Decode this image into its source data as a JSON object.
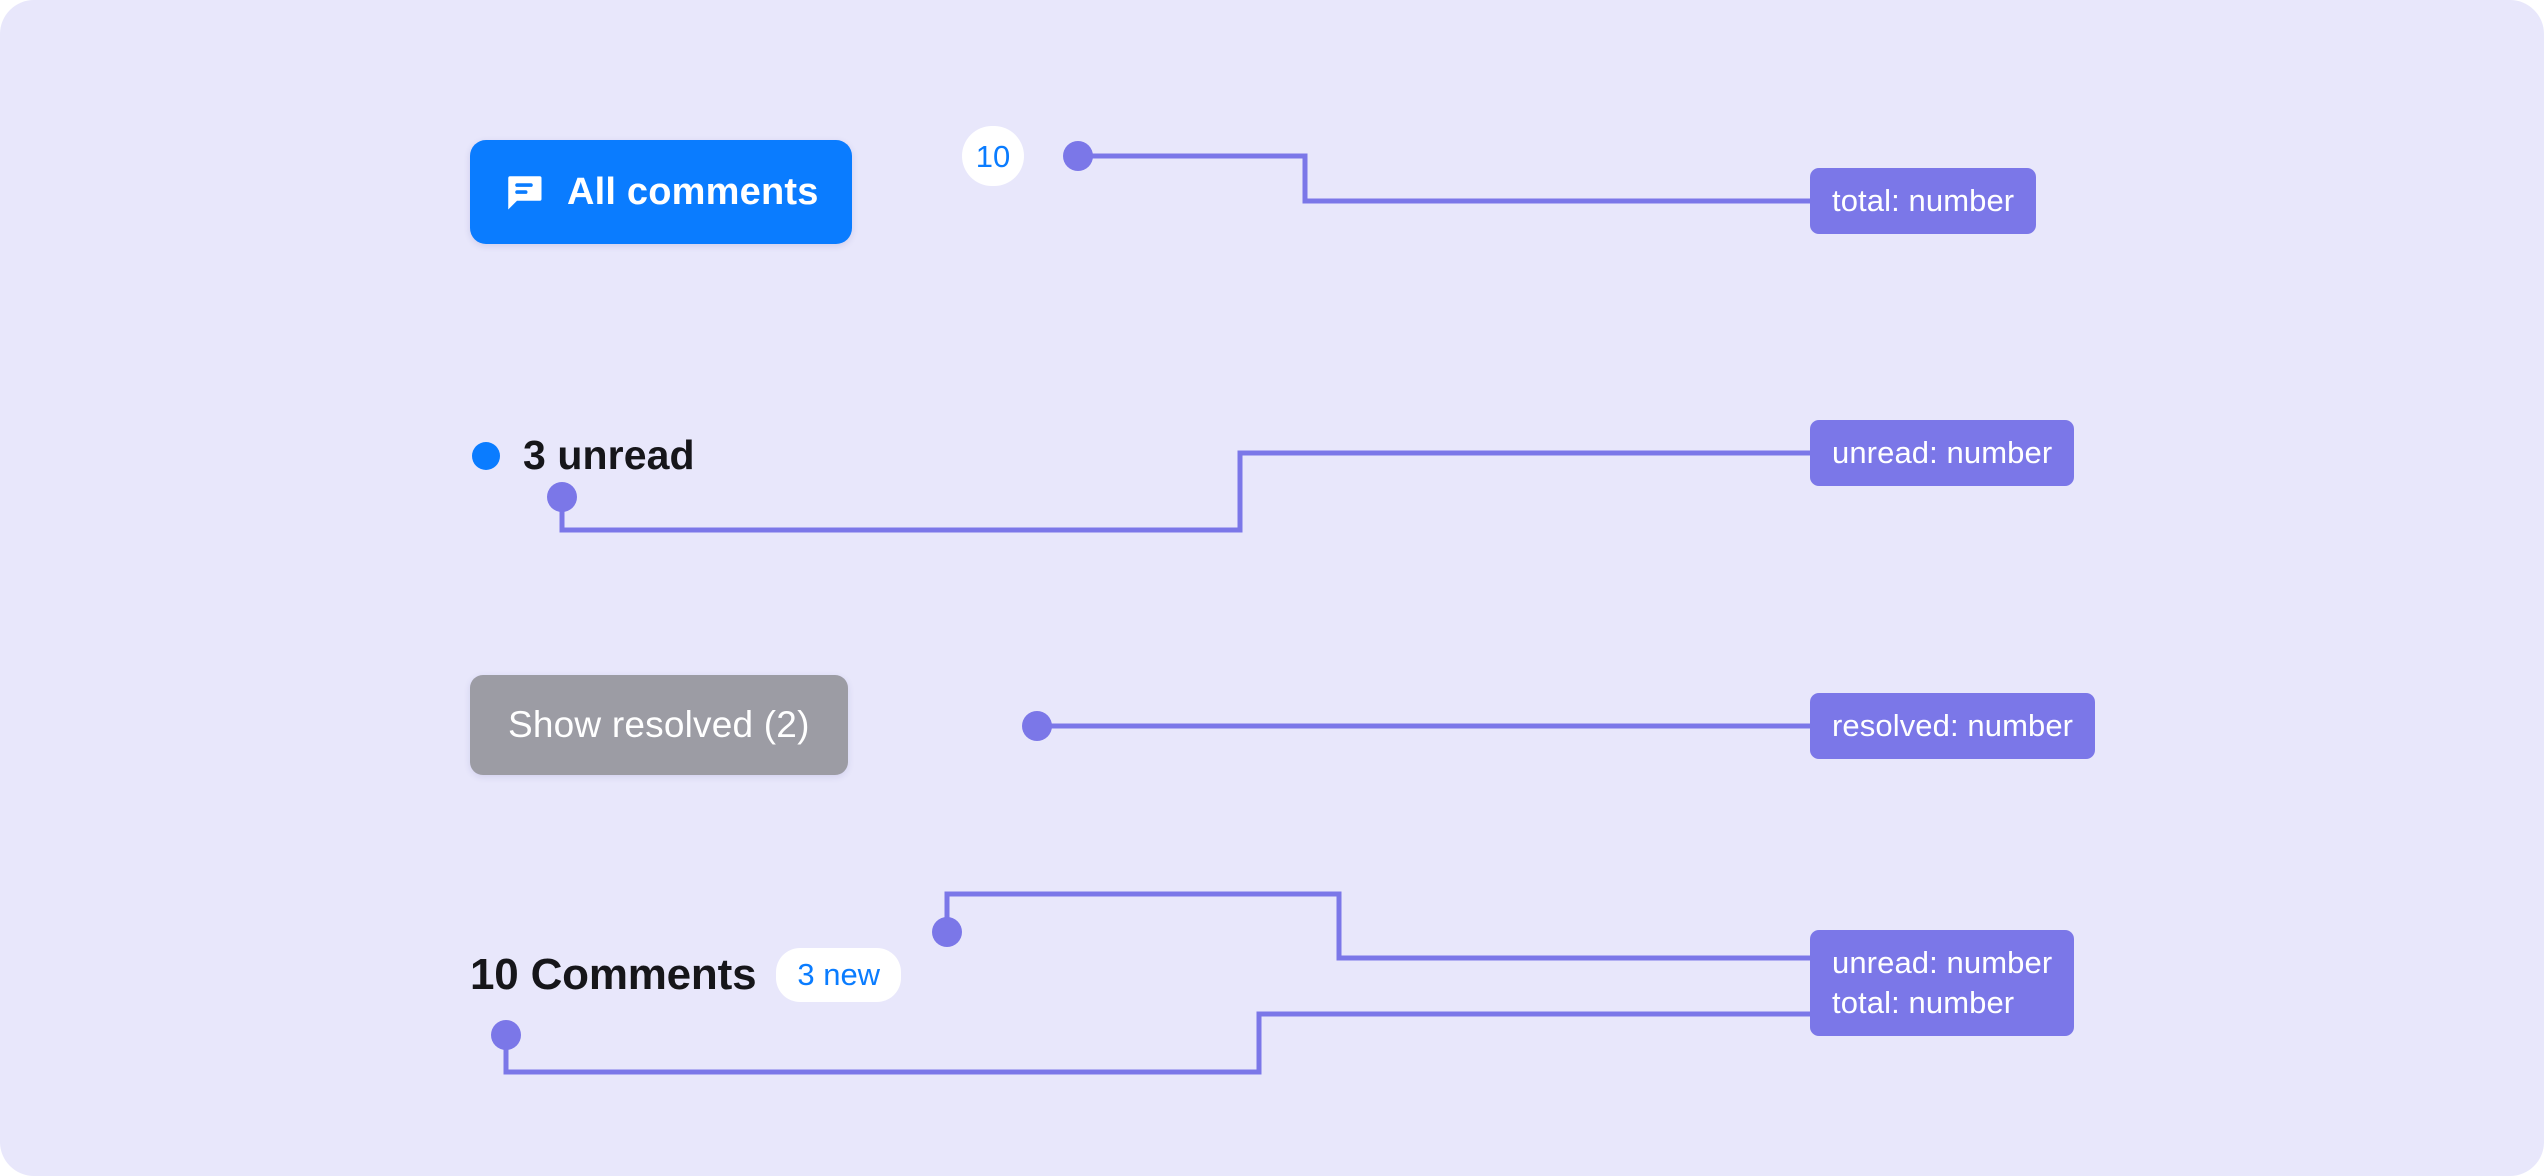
{
  "theme": {
    "background": "#e8e7fb",
    "accent_blue": "#0a7cff",
    "annotation_purple": "#7b77e8",
    "muted_gray": "#9c9ca4",
    "text_dark": "#16161a",
    "chip_text": "#ffffff"
  },
  "all_comments_button": {
    "label": "All comments",
    "badge_count": "10",
    "icon": "chat-bubble-icon"
  },
  "unread_row": {
    "label": "3 unread",
    "dot": "blue-status-dot"
  },
  "show_resolved_button": {
    "label": "Show resolved (2)"
  },
  "comments_heading": {
    "title": "10 Comments",
    "new_badge": "3 new"
  },
  "annotations": [
    {
      "id": "total-annotation",
      "lines": [
        "total: number"
      ]
    },
    {
      "id": "unread-annotation",
      "lines": [
        "unread: number"
      ]
    },
    {
      "id": "resolved-annotation",
      "lines": [
        "resolved: number"
      ]
    },
    {
      "id": "combined-annotation",
      "lines": [
        "unread: number",
        "total: number"
      ]
    }
  ],
  "connector_endpoints": [
    {
      "id": "total-connector",
      "from": "all-comments-button",
      "to": "total-annotation"
    },
    {
      "id": "unread-connector",
      "from": "unread-row",
      "to": "unread-annotation"
    },
    {
      "id": "resolved-connector",
      "from": "show-resolved-button",
      "to": "resolved-annotation"
    },
    {
      "id": "new-badge-connector",
      "from": "new-badge",
      "to": "combined-annotation"
    },
    {
      "id": "heading-connector",
      "from": "comments-heading",
      "to": "combined-annotation"
    }
  ]
}
